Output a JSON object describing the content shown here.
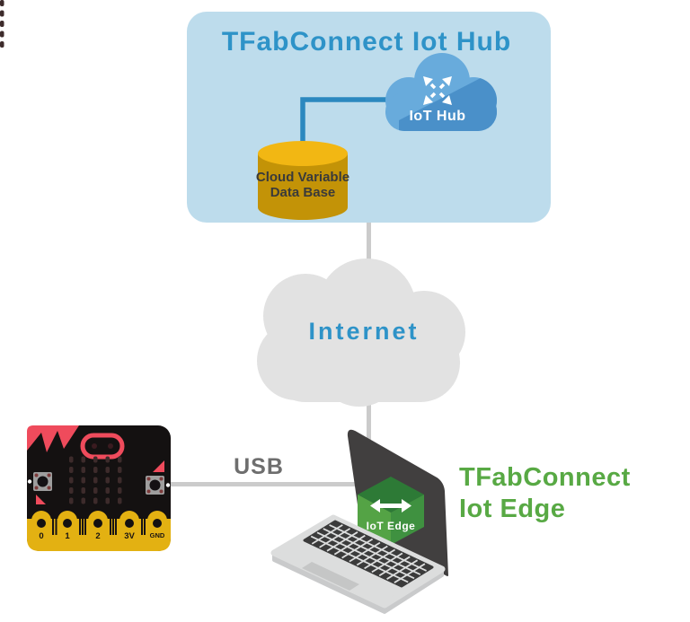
{
  "hub": {
    "title": "TFabConnect Iot Hub",
    "cloud_label": "IoT Hub",
    "database_label_line1": "Cloud Variable",
    "database_label_line2": "Data Base"
  },
  "internet": {
    "label": "Internet"
  },
  "usb": {
    "label": "USB"
  },
  "edge": {
    "cube_label": "IoT Edge",
    "title_line1": "TFabConnect",
    "title_line2": "Iot Edge"
  },
  "microbit": {
    "pin_labels": [
      "0",
      "1",
      "2",
      "3V",
      "GND"
    ]
  },
  "colors": {
    "hub_box_bg": "#bddcec",
    "hub_title_blue": "#2e93c8",
    "hub_cloud_light": "#68abdc",
    "hub_cloud_dark": "#4a90c9",
    "connector_blue": "#2b88bf",
    "database_top": "#f2b713",
    "database_body": "#c39307",
    "internet_cloud_gray": "#e2e2e2",
    "line_gray": "#cbcbcb",
    "edge_green": "#58a944",
    "cube_green_top": "#2d7a36",
    "cube_green_left": "#54a345",
    "cube_green_right": "#3f9140",
    "laptop_screen": "#413f3f",
    "laptop_deck": "#dcdddd",
    "microbit_red": "#ef4b5c",
    "microbit_gold": "#e3b112"
  }
}
